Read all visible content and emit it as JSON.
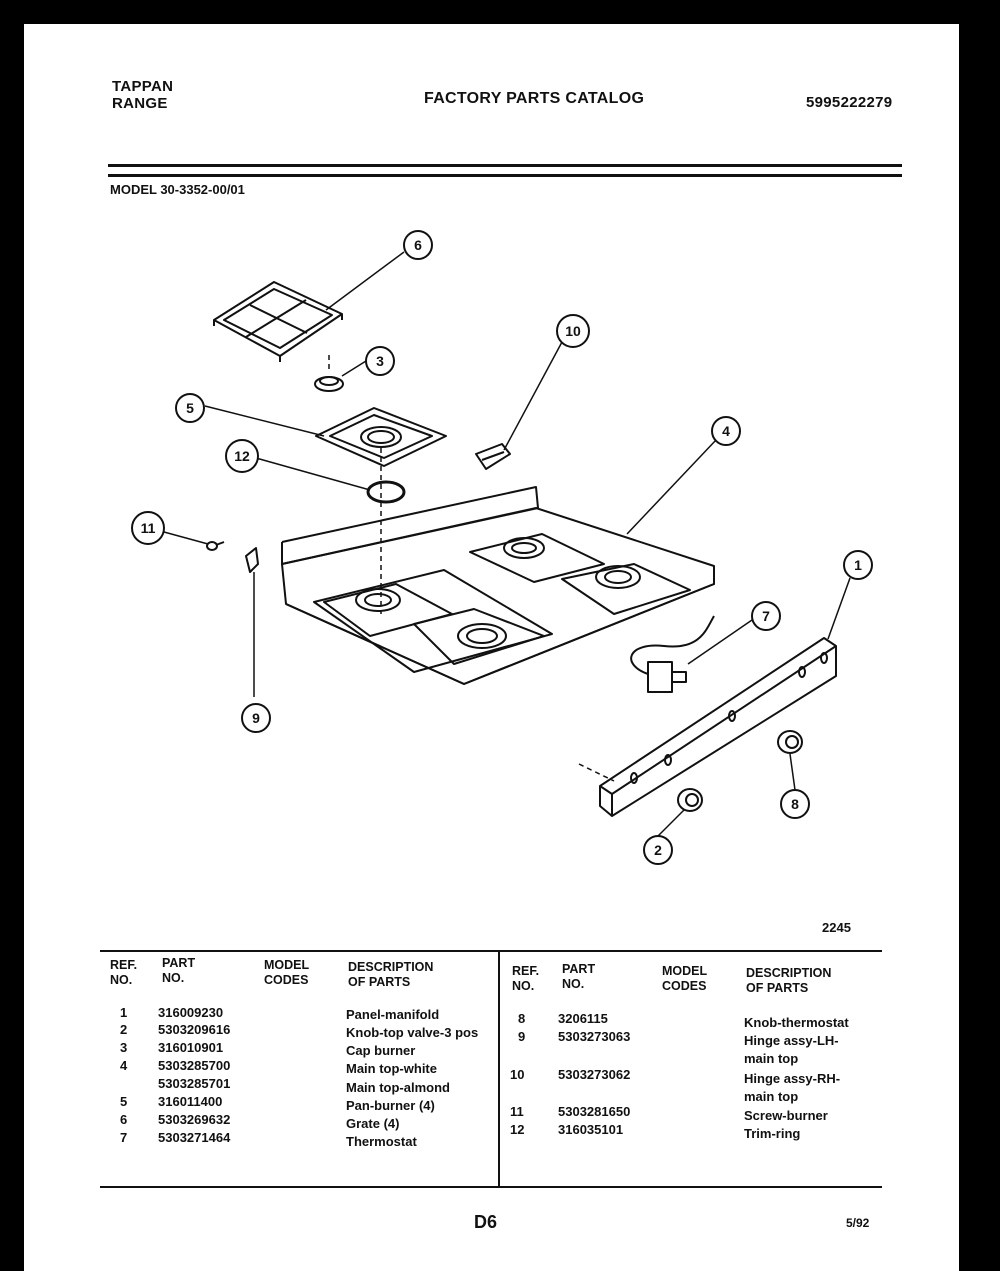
{
  "header": {
    "brand_line1": "TAPPAN",
    "brand_line2": "RANGE",
    "catalog_title": "FACTORY PARTS CATALOG",
    "catalog_number": "5995222279",
    "model": "MODEL 30-3352-00/01"
  },
  "diagram": {
    "callouts": [
      "6",
      "3",
      "10",
      "5",
      "4",
      "12",
      "11",
      "1",
      "7",
      "9",
      "8",
      "2"
    ],
    "figure_number": "2245"
  },
  "table": {
    "headers": {
      "ref_no": [
        "REF.",
        "NO."
      ],
      "part_no": [
        "PART",
        "NO."
      ],
      "model_codes": [
        "MODEL",
        "CODES"
      ],
      "description": [
        "DESCRIPTION",
        "OF PARTS"
      ]
    },
    "left_rows": [
      {
        "ref": "1",
        "part": "316009230",
        "desc": "Panel-manifold"
      },
      {
        "ref": "2",
        "part": "5303209616",
        "desc": "Knob-top valve-3 pos"
      },
      {
        "ref": "3",
        "part": "316010901",
        "desc": "Cap burner"
      },
      {
        "ref": "4",
        "part": "5303285700",
        "desc": "Main top-white"
      },
      {
        "ref": "",
        "part": "5303285701",
        "desc": "Main top-almond"
      },
      {
        "ref": "5",
        "part": "316011400",
        "desc": "Pan-burner (4)"
      },
      {
        "ref": "6",
        "part": "5303269632",
        "desc": "Grate (4)"
      },
      {
        "ref": "7",
        "part": "5303271464",
        "desc": "Thermostat"
      }
    ],
    "right_rows": [
      {
        "ref": "8",
        "part": "3206115",
        "desc": "Knob-thermostat"
      },
      {
        "ref": "9",
        "part": "5303273063",
        "desc": "Hinge assy-LH-",
        "desc2": "main top"
      },
      {
        "ref": "10",
        "part": "5303273062",
        "desc": "Hinge assy-RH-",
        "desc2": "main top"
      },
      {
        "ref": "11",
        "part": "5303281650",
        "desc": "Screw-burner"
      },
      {
        "ref": "12",
        "part": "316035101",
        "desc": "Trim-ring"
      }
    ]
  },
  "footer": {
    "page": "D6",
    "date": "5/92"
  }
}
